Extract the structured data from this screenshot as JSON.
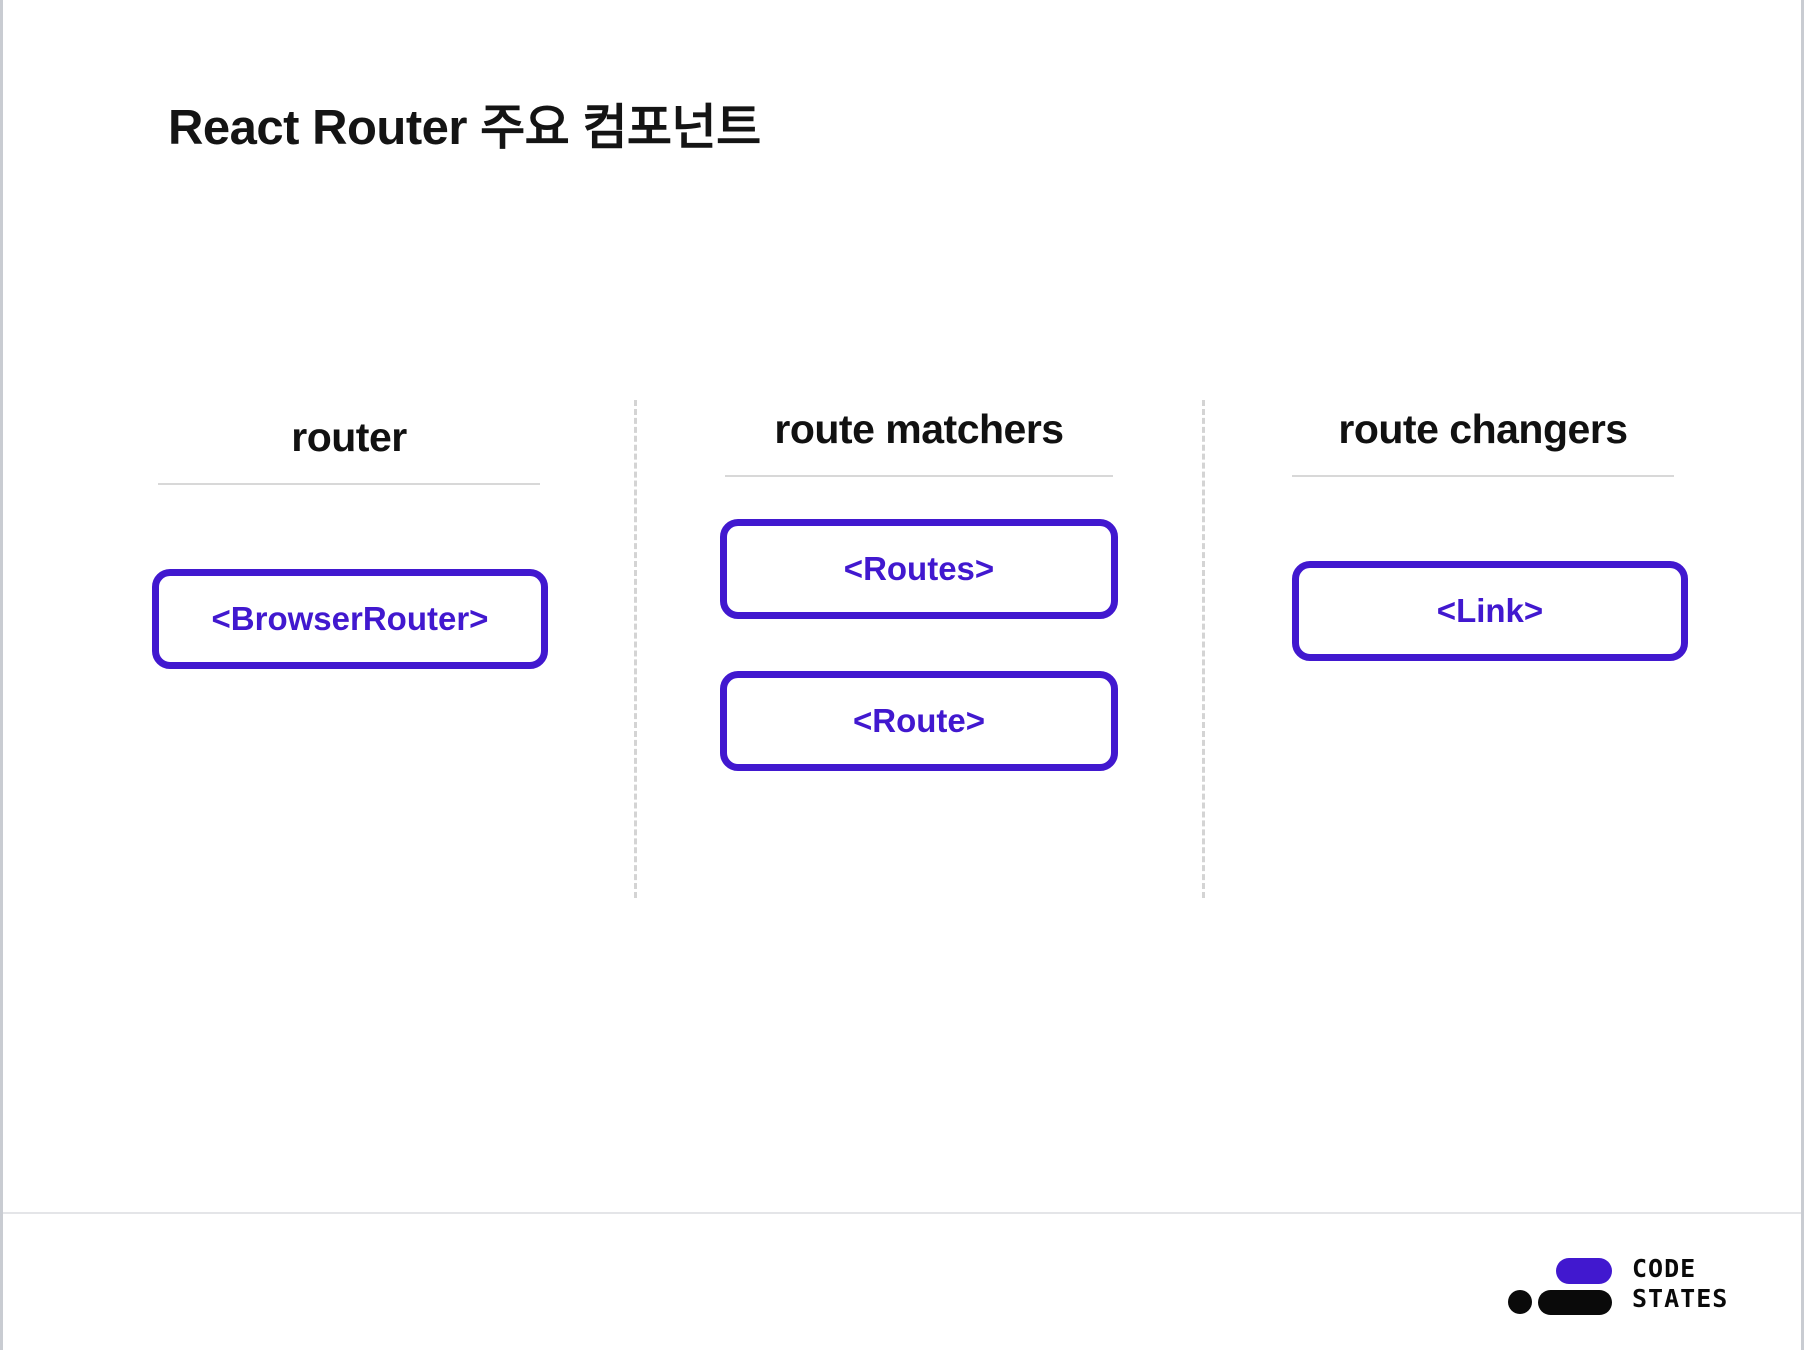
{
  "slide": {
    "title": "React Router 주요 컴포넌트",
    "background_color": "#ffffff"
  },
  "theme": {
    "accent_color": "#4118cf",
    "title_color": "#141414",
    "rule_color": "#d8d8d8",
    "divider_color": "#d4d4d4",
    "footer_rule_color": "#e4e5e8"
  },
  "columns": [
    {
      "heading": "router",
      "items": [
        {
          "label": "<BrowserRouter>"
        }
      ]
    },
    {
      "heading": "route matchers",
      "items": [
        {
          "label": "<Routes>"
        },
        {
          "label": "<Route>"
        }
      ]
    },
    {
      "heading": "route changers",
      "items": [
        {
          "label": "<Link>"
        }
      ]
    }
  ],
  "footer": {
    "logo": {
      "mark_name": "codestates-logo-mark",
      "line1": "CODE",
      "line2": "STATES",
      "purple_bar_color": "#4118cf",
      "black_color": "#0a0a0a"
    }
  }
}
